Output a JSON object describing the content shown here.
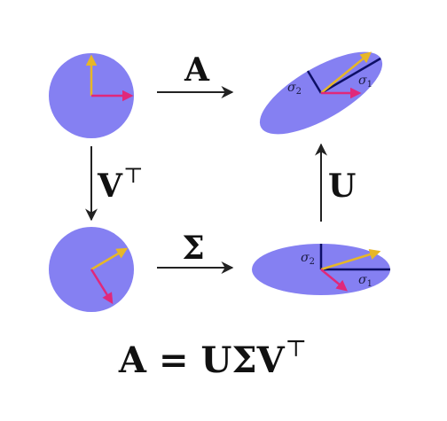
{
  "colors": {
    "disc_fill": "#8580f2",
    "vector_gold": "#e7b727",
    "vector_magenta": "#e0287a",
    "axis_navy": "#0d0f66",
    "arrow_dark": "#222222"
  },
  "operators": {
    "a": "A",
    "vt_base": "V",
    "vt_sup": "⊤",
    "sigma": "Σ",
    "u": "U"
  },
  "labels": {
    "sigma1_base": "σ",
    "sigma1_sub": "1",
    "sigma2_base": "σ",
    "sigma2_sub": "2"
  },
  "equation": {
    "lhs": "A",
    "equals": "=",
    "rhs_base": "UΣV",
    "rhs_sup": "⊤"
  }
}
